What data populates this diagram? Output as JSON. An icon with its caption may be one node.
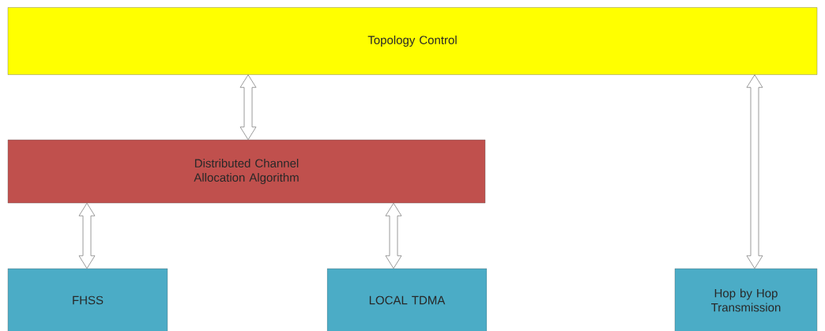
{
  "diagram": {
    "nodes": [
      {
        "text": [
          "Topology Control"
        ]
      },
      {
        "text": [
          "Distributed Channel Allocation Algorithm"
        ]
      },
      {
        "text": [
          "FHSS"
        ]
      },
      {
        "text": [
          "LOCAL TDMA"
        ]
      },
      {
        "text": [
          "Hop by Hop Transmission"
        ]
      }
    ],
    "edges": [
      {
        "from": 0,
        "to": 1,
        "arrow": "both"
      },
      {
        "from": 1,
        "to": 2,
        "arrow": "both"
      },
      {
        "from": 1,
        "to": 3,
        "arrow": "both"
      },
      {
        "from": 0,
        "to": 4,
        "arrow": "both"
      }
    ]
  }
}
